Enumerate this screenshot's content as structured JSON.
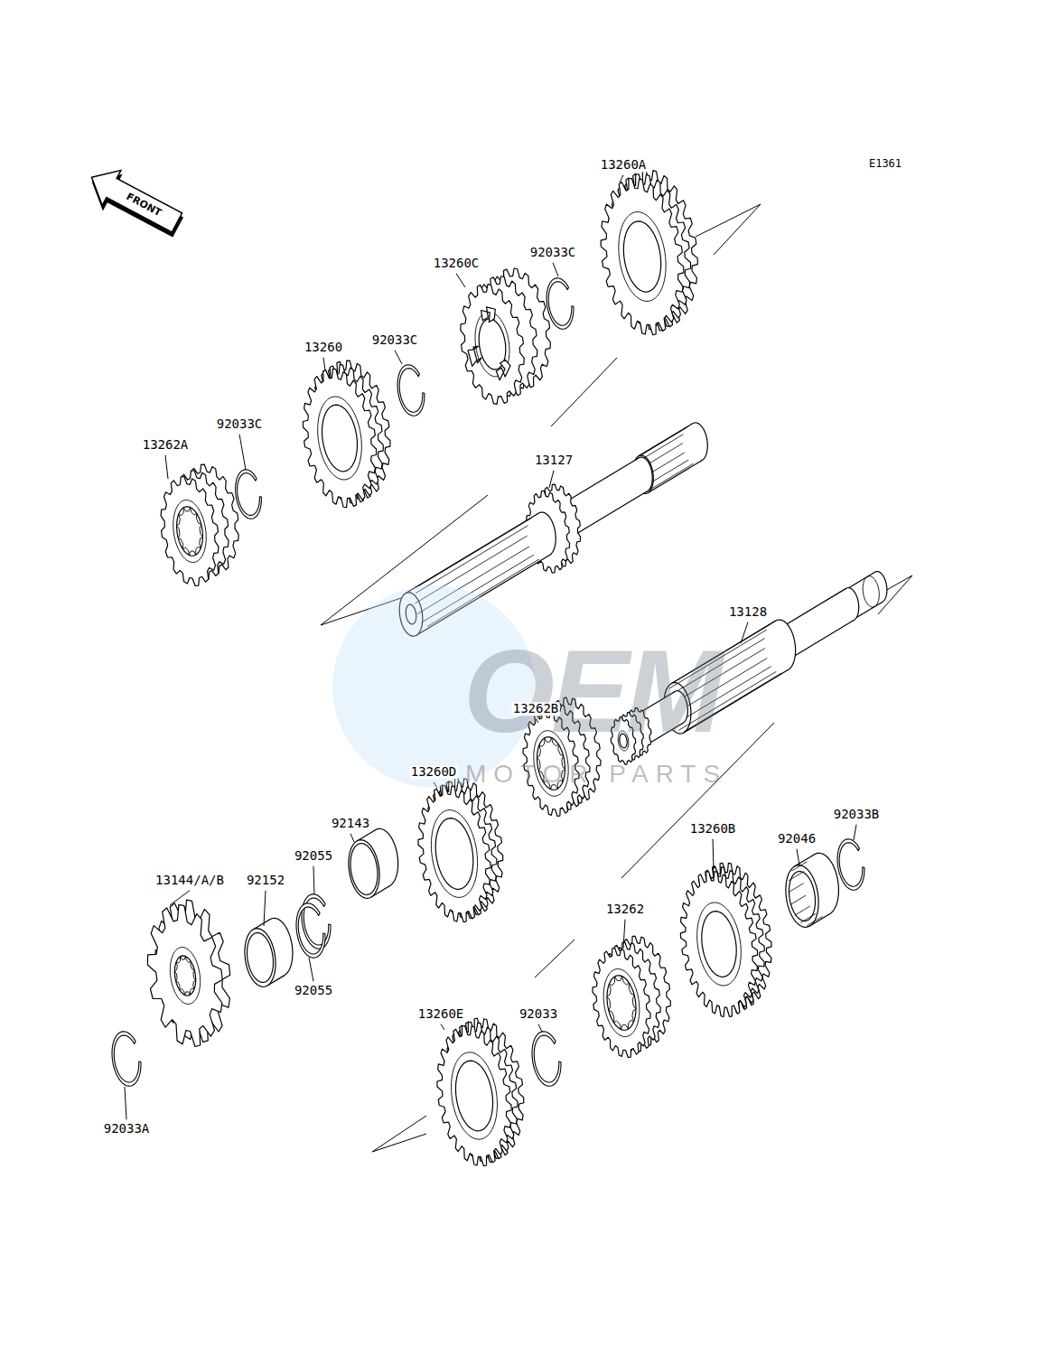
{
  "diagram": {
    "labels": [
      "E1361",
      "FRONT",
      "13260A",
      "92033C",
      "13260C",
      "13260",
      "92033C",
      "92033C",
      "13262A",
      "13127",
      "13128",
      "OEM",
      "13262B",
      "MOTOR PARTS",
      "13260D",
      "92033B",
      "92143",
      "13260B",
      "92046",
      "92055",
      "13144/A/B",
      "92152",
      "13262",
      "92055",
      "13260E",
      "92033",
      "92033A"
    ]
  }
}
